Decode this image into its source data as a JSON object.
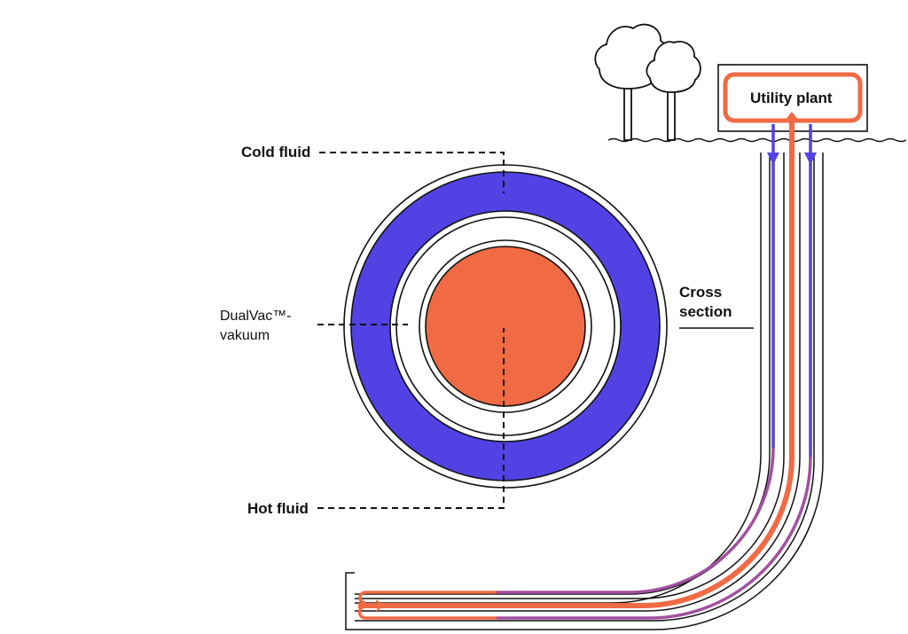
{
  "labels": {
    "cold_fluid": "Cold fluid",
    "dualvac_line1": "DualVac™-",
    "dualvac_line2": "vakuum",
    "hot_fluid": "Hot fluid",
    "cross_section_line1": "Cross",
    "cross_section_line2": "section",
    "utility_plant": "Utility plant"
  },
  "colors": {
    "cold": "#5242e3",
    "hot": "#f06a44",
    "transition": "#a24fa0",
    "outline": "#111111",
    "background": "#ffffff"
  },
  "icons": [
    "tree-icon",
    "tree-icon",
    "ground-line-icon",
    "down-arrow-icon",
    "up-arrow-icon",
    "flow-arrow-icon"
  ]
}
